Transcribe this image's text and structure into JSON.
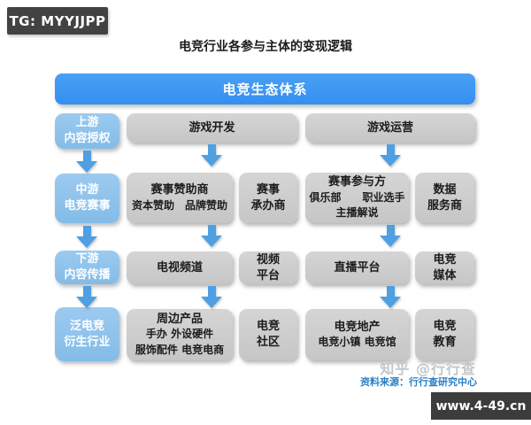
{
  "header": {
    "tg_label": "TG: MYYJJPP",
    "title": "电竞行业各参与主体的变现逻辑"
  },
  "banner": {
    "label": "电竞生态体系"
  },
  "left_column": {
    "items": [
      {
        "lines": [
          "上游",
          "内容授权"
        ]
      },
      {
        "lines": [
          "中游",
          "电竞赛事"
        ]
      },
      {
        "lines": [
          "下游",
          "内容传播"
        ]
      },
      {
        "lines": [
          "泛电竞",
          "衍生行业"
        ]
      }
    ]
  },
  "grid": {
    "row1": {
      "game_dev": "游戏开发",
      "game_ops": "游戏运营"
    },
    "row2": {
      "sponsor": {
        "title": "赛事赞助商",
        "sub": "资本赞助　品牌赞助"
      },
      "organizer": {
        "lines": [
          "赛事",
          "承办商"
        ]
      },
      "participant": {
        "title": "赛事参与方",
        "sub1": "俱乐部　　职业选手",
        "sub2": "主播解说"
      },
      "data_provider": {
        "lines": [
          "数据",
          "服务商"
        ]
      }
    },
    "row3": {
      "tv_channel": "电视频道",
      "video_platform": {
        "lines": [
          "视频",
          "平台"
        ]
      },
      "live_platform": "直播平台",
      "esports_media": {
        "lines": [
          "电竞",
          "媒体"
        ]
      }
    },
    "row4": {
      "peripheral": {
        "title": "周边产品",
        "sub1": "手办 外设硬件",
        "sub2": "服饰配件 电竞电商"
      },
      "community": {
        "lines": [
          "电竞",
          "社区"
        ]
      },
      "real_estate": {
        "title": "电竞地产",
        "sub": "电竞小镇 电竞馆"
      },
      "education": {
        "lines": [
          "电竞",
          "教育"
        ]
      }
    }
  },
  "footer": {
    "watermark": "知乎 @行行查",
    "source": "资料来源：行行查研究中心",
    "site": "www.4-49.cn"
  },
  "colors": {
    "banner_blue": "#3b97f2",
    "left_box_blue": "#8cc2eb",
    "arrow_blue": "#4f9fe3",
    "gray_box": "#cacaca",
    "dark_badge": "#3f3f3f",
    "source_text_blue": "#2b7ec5"
  }
}
